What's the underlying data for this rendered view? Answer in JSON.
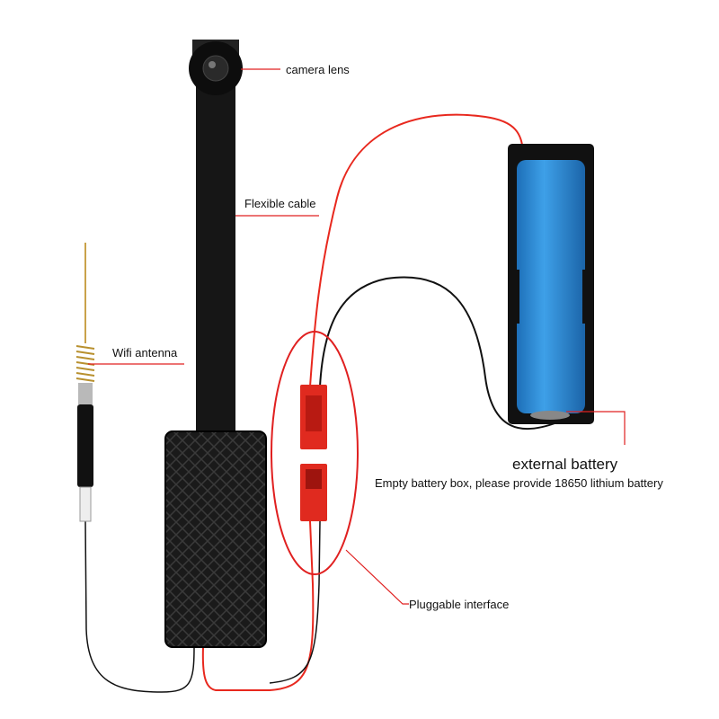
{
  "labels": {
    "camera_lens": "camera lens",
    "flexible_cable": "Flexible cable",
    "wifi_antenna": "Wifi antenna",
    "external_battery": "external battery",
    "battery_note": "Empty battery box, please provide 18650 lithium battery",
    "pluggable_interface": "Pluggable interface"
  },
  "colors": {
    "annotation": "#e02020",
    "battery_cell": "#2f8fd8",
    "device": "#151515",
    "red_wire": "#e8281e"
  }
}
